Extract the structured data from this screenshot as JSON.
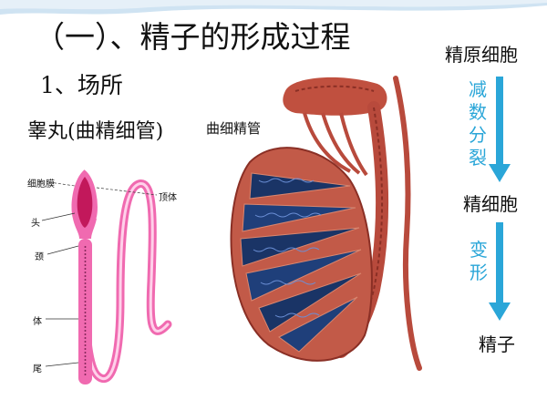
{
  "slide": {
    "title": "（一）、精子的形成过程",
    "subtitle": "1、场所",
    "organ_label": "睾丸(曲精细管)",
    "colors": {
      "arrow": "#2aa6d8",
      "sperm": "#f06ab0",
      "tissue": "#b84a3c",
      "tubule": "#1a3466"
    }
  },
  "sperm_diagram": {
    "labels": {
      "membrane": "细胞膜",
      "acrosome": "顶体",
      "head": "头",
      "neck": "颈",
      "body": "体",
      "tail": "尾"
    }
  },
  "testis_diagram": {
    "label": "曲细精管"
  },
  "flow": {
    "start": "精原细胞",
    "step1_label": "减数分裂",
    "mid": "精细胞",
    "step2_label": "变形",
    "end": "精子"
  }
}
